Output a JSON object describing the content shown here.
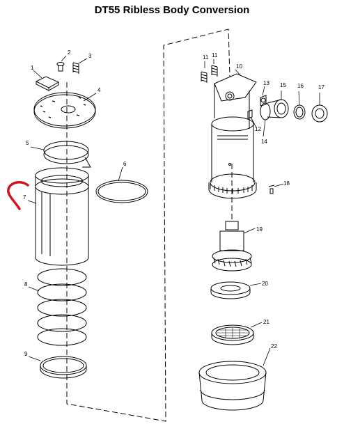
{
  "title": "DT55 Ribless Body Conversion",
  "parts": [
    "1",
    "2",
    "3",
    "4",
    "5",
    "6",
    "7",
    "8",
    "9",
    "10",
    "11",
    "11",
    "12",
    "13",
    "14",
    "15",
    "16",
    "17",
    "18",
    "19",
    "20",
    "21",
    "22"
  ],
  "colors": {
    "highlight": "#d0141b",
    "line": "#000000"
  }
}
